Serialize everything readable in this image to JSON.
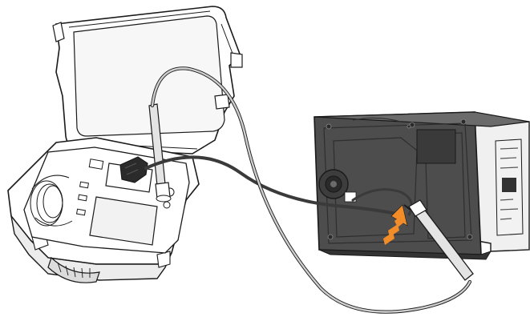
{
  "figure": {
    "caption": ""
  },
  "colors": {
    "outline": "#1a1a1a",
    "case_fill": "#ffffff",
    "case_shade": "#e8e8e8",
    "device_body": "#4d4d4d",
    "device_dark": "#333333",
    "device_light": "#6b6b6b",
    "cable_dark": "#3a3a3a",
    "cable_light": "#cfcfcf",
    "accent_arrow": "#f28c28",
    "label_panel": "#f2f2f2"
  },
  "parts": {
    "tester_case": "carrying-case",
    "device": "dark-panel-unit",
    "cables": [
      "power-cord",
      "probe-lead"
    ],
    "arrow_icon": "arrow-up-right-icon"
  }
}
